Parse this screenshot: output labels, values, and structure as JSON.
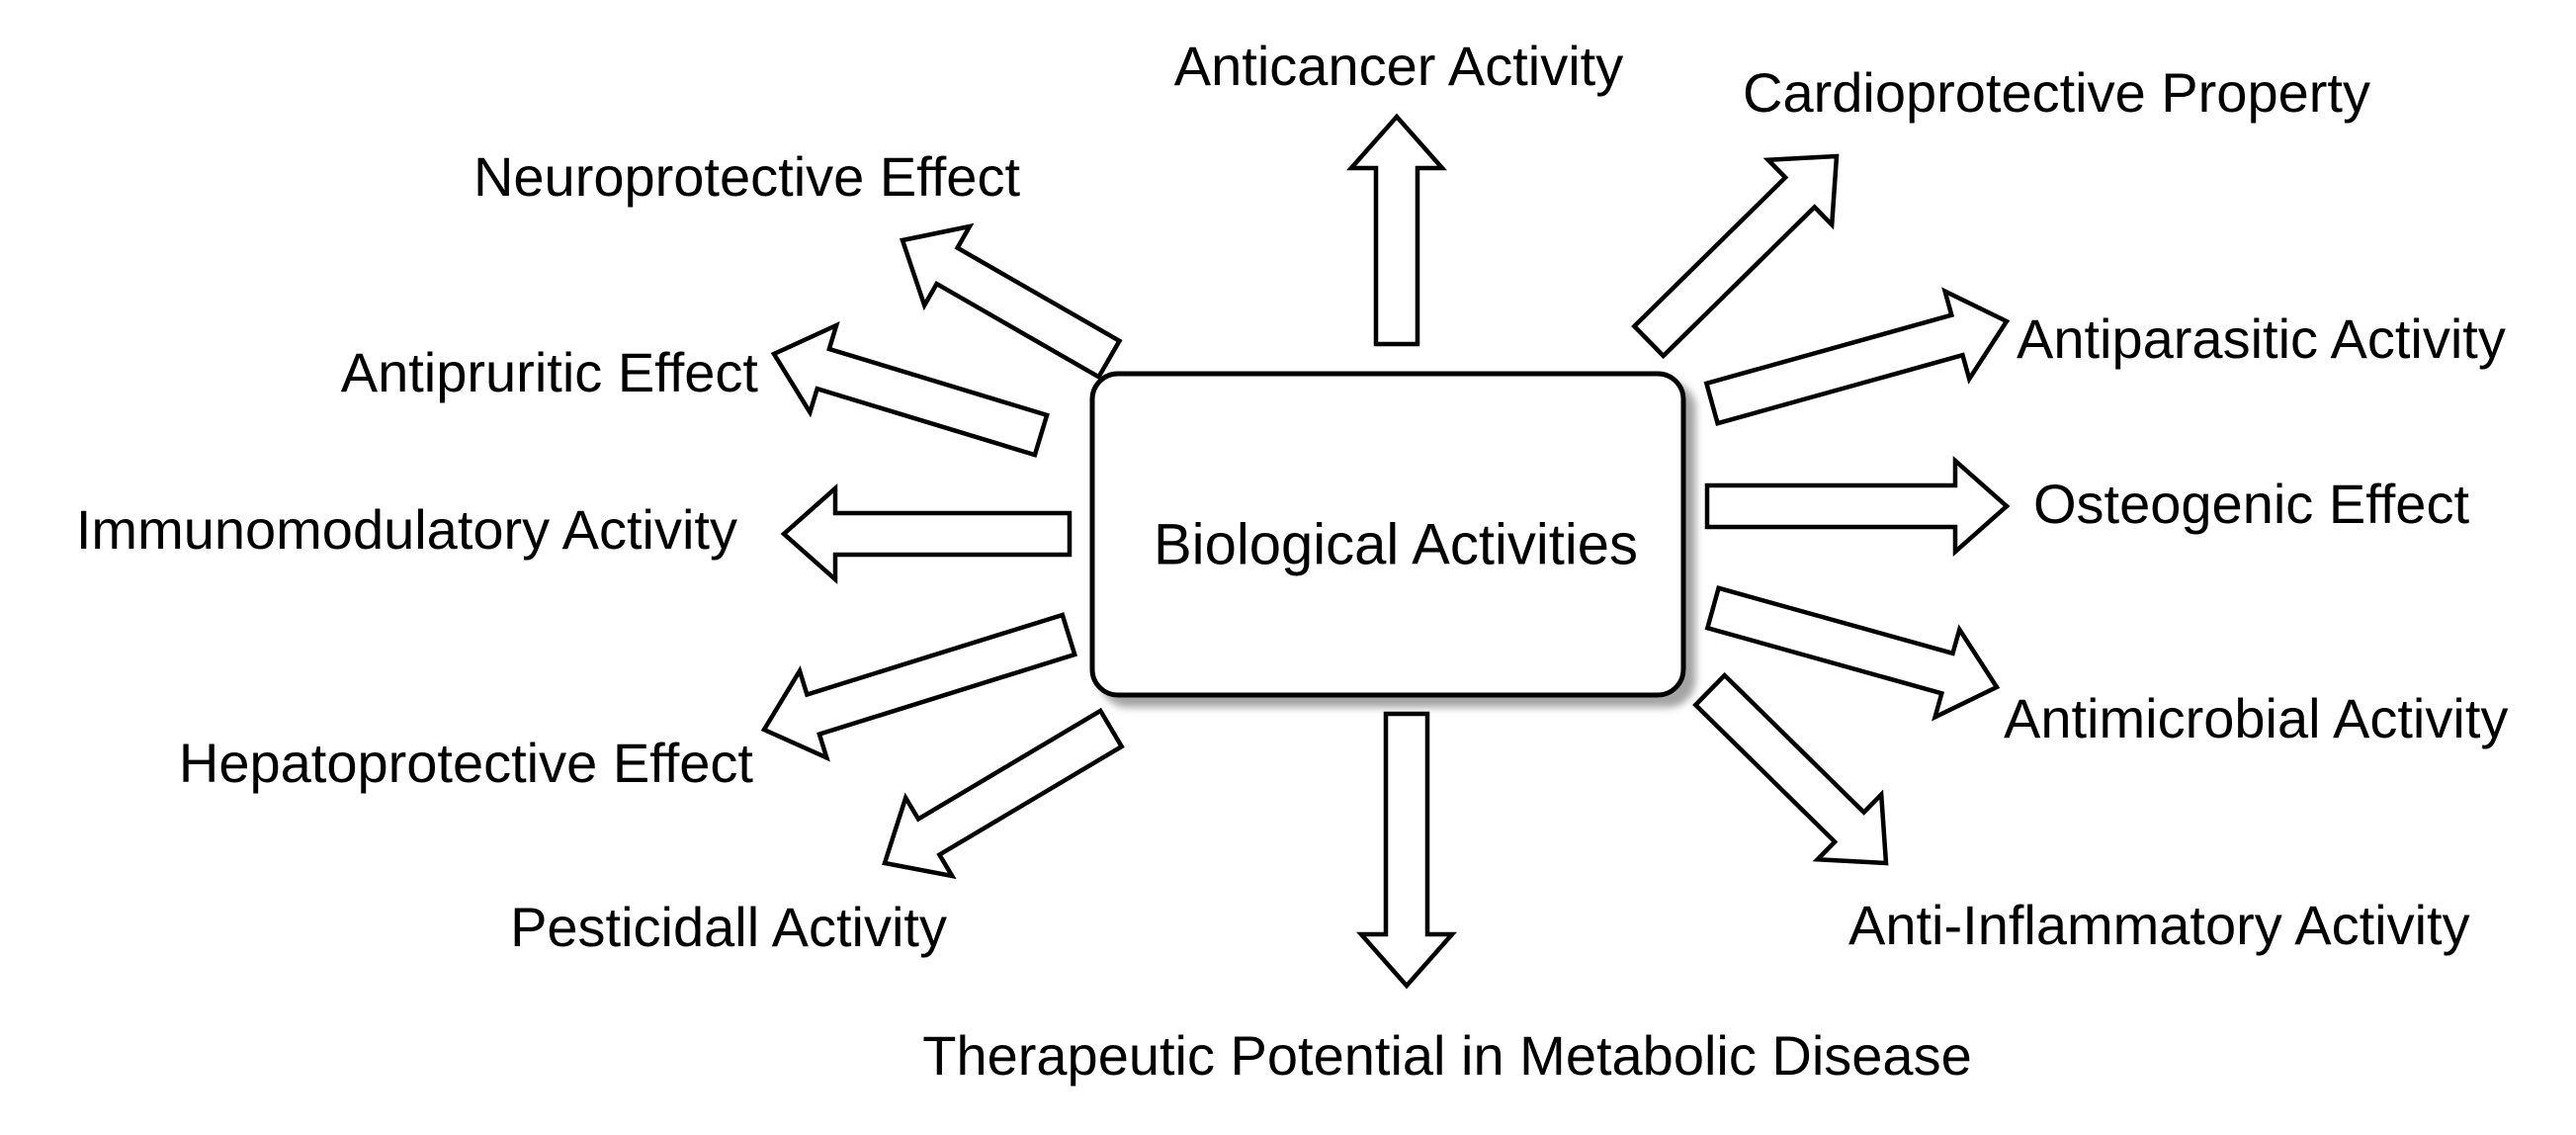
{
  "center": {
    "label": "Biological Activities"
  },
  "activities": [
    {
      "id": "anticancer",
      "label": "Anticancer Activity"
    },
    {
      "id": "cardioprotective",
      "label": "Cardioprotective Property"
    },
    {
      "id": "antiparasitic",
      "label": "Antiparasitic Activity"
    },
    {
      "id": "osteogenic",
      "label": "Osteogenic Effect"
    },
    {
      "id": "antimicrobial",
      "label": "Antimicrobial Activity"
    },
    {
      "id": "anti-inflammatory",
      "label": "Anti-Inflammatory Activity"
    },
    {
      "id": "therapeutic-metabolic",
      "label": "Therapeutic Potential in Metabolic Disease"
    },
    {
      "id": "pesticidal",
      "label": "Pesticidall Activity"
    },
    {
      "id": "hepatoprotective",
      "label": "Hepatoprotective Effect"
    },
    {
      "id": "immunomodulatory",
      "label": "Immunomodulatory Activity"
    },
    {
      "id": "antipruritic",
      "label": "Antipruritic Effect"
    },
    {
      "id": "neuroprotective",
      "label": "Neuroprotective Effect"
    }
  ]
}
